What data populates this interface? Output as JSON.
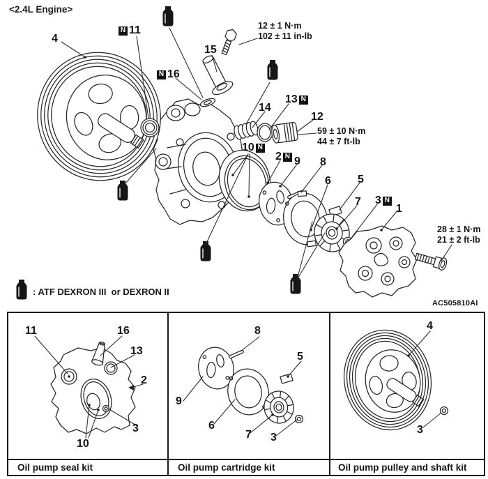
{
  "header": {
    "engine_label": "<2.4L Engine>"
  },
  "n_glyph": "N",
  "diagram": {
    "parts": {
      "p1": "1",
      "p2": "2",
      "p3": "3",
      "p4": "4",
      "p5": "5",
      "p6": "6",
      "p7": "7",
      "p8": "8",
      "p9": "9",
      "p10": "10",
      "p11": "11",
      "p12": "12",
      "p13": "13",
      "p14": "14",
      "p15": "15",
      "p16": "16"
    },
    "torque_specs": [
      {
        "nm": "12 ± 1 N·m",
        "alt": "102 ± 11 in-lb"
      },
      {
        "nm": "59 ± 10 N·m",
        "alt": "44 ± 7 ft-lb"
      },
      {
        "nm": "28 ± 1 N·m",
        "alt": "21 ± 2 ft-lb"
      }
    ],
    "legend_label": ": ATF DEXRON III  or DEXRON II",
    "figure_code": "AC505810AI"
  },
  "panels": [
    {
      "caption": "Oil pump seal kit",
      "callouts": [
        "11",
        "16",
        "13",
        "2",
        "3",
        "10"
      ]
    },
    {
      "caption": "Oil pump cartridge kit",
      "callouts": [
        "8",
        "5",
        "9",
        "6",
        "7",
        "3"
      ]
    },
    {
      "caption": "Oil pump pulley and shaft kit",
      "callouts": [
        "4",
        "3"
      ]
    }
  ]
}
